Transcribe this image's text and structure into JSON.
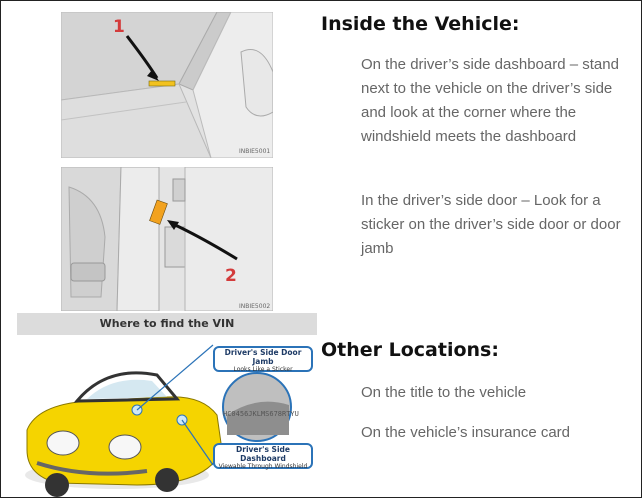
{
  "sections": {
    "inside": {
      "heading": "Inside the Vehicle:",
      "items": [
        "On the driver’s side dashboard – stand next to the vehicle on the driver’s side and look at the corner where the windshield meets the dashboard",
        "In the driver’s side door – Look for a sticker on the driver’s side door or door jamb"
      ]
    },
    "other": {
      "heading": "Other Locations:",
      "items": [
        "On the title to the vehicle",
        "On the vehicle’s insurance card"
      ]
    }
  },
  "images": {
    "dashboard": {
      "marker": "1",
      "code": "INBIE5001"
    },
    "door": {
      "marker": "2",
      "code": "INBIE5002"
    },
    "vin_diagram": {
      "title": "Where to find the VIN",
      "door_jamb_title": "Driver's Side Door Jamb",
      "door_jamb_sub": "Looks Like a Sticker",
      "sample_vin": "HC0456JKLMS678RTYU",
      "dashboard_title": "Driver's Side Dashboard",
      "dashboard_sub": "Viewable Through Windshield"
    }
  },
  "colors": {
    "marker_red": "#d33b3b",
    "sticker_orange": "#f2a21f",
    "car_yellow": "#f5d400",
    "callout_blue": "#2b73b8"
  }
}
